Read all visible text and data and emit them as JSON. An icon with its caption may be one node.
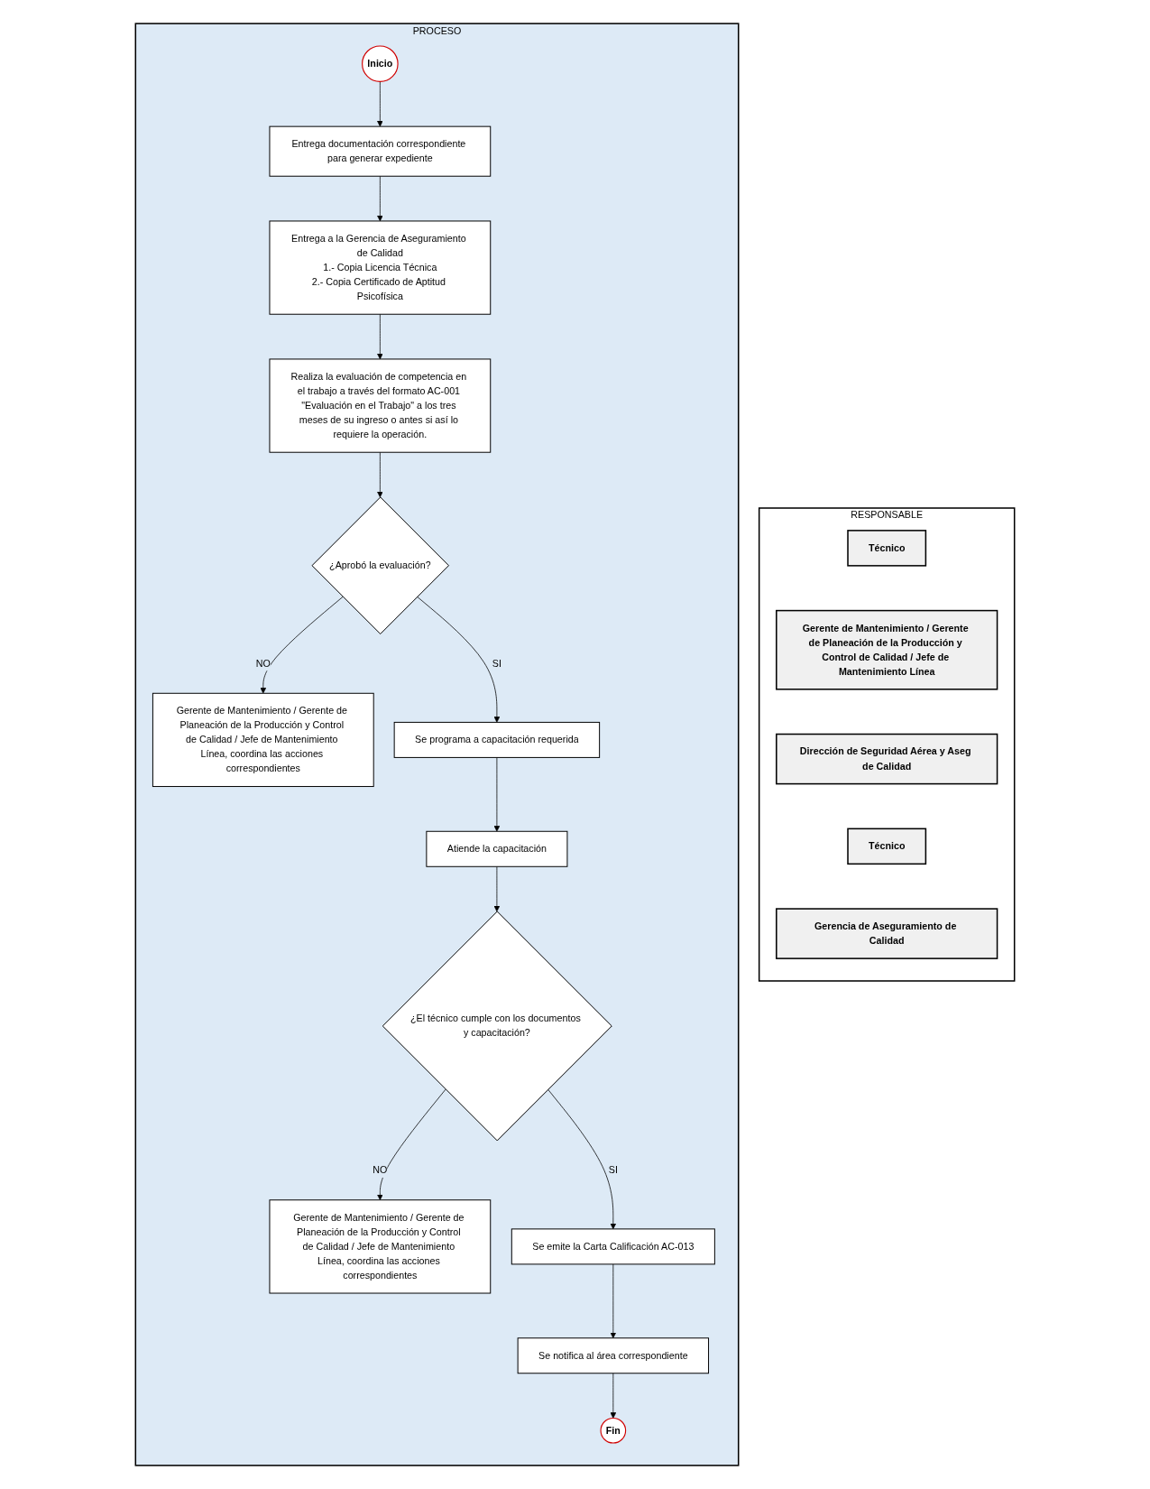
{
  "diagram": {
    "nodes": [
      {
        "text": [
          "RESPONSABLE"
        ]
      },
      {
        "text": [
          "Técnico"
        ],
        "in": 0
      },
      {
        "text": [
          "Gerente de Mantenimiento / Gerente de Planeación de la Producción y Control de Calidad / Jefe de Mantenimiento Línea"
        ],
        "in": 0
      },
      {
        "text": [
          "Dirección de Seguridad Aérea y Aseg de Calidad"
        ],
        "in": 0
      },
      {
        "text": [
          "Técnico"
        ],
        "in": 0
      },
      {
        "text": [
          "Gerencia de Aseguramiento de Calidad"
        ],
        "in": 0
      },
      {
        "text": [
          "PROCESO"
        ]
      },
      {
        "text": [
          "Inicio"
        ],
        "in": 6
      },
      {
        "text": [
          "Entrega documentación correspondiente para generar expediente"
        ],
        "in": 6
      },
      {
        "text": [
          "Entrega a la Gerencia de Aseguramiento de Calidad",
          "1.- Copia Licencia Técnica",
          "2.- Copia Certificado de Aptitud Psicofísica"
        ],
        "in": 6
      },
      {
        "text": [
          "Realiza la evaluación de competencia en el trabajo a través del formato AC-001 \"Evaluación en el Trabajo\" a los tres meses de su ingreso o antes si así lo requiere la operación."
        ],
        "in": 6
      },
      {
        "text": [
          "¿Aprobó la evaluación?"
        ],
        "in": 6
      },
      {
        "text": [
          "Gerente de Mantenimiento / Gerente de Planeación de la Producción y Control de Calidad / Jefe de Mantenimiento Línea, coordina las acciones correspondientes"
        ],
        "in": 6
      },
      {
        "text": [
          "Se programa a capacitación requerida"
        ],
        "in": 6
      },
      {
        "text": [
          "Atiende la capacitación"
        ],
        "in": 6
      },
      {
        "text": [
          "¿El técnico cumple con los documentos y capacitación?"
        ],
        "in": 6
      },
      {
        "text": [
          "Gerente de Mantenimiento / Gerente de Planeación de la Producción y Control de Calidad / Jefe de Mantenimiento Línea, coordina las acciones correspondientes"
        ],
        "in": 6
      },
      {
        "text": [
          "Se emite la Carta Calificación AC-013"
        ],
        "in": 6
      },
      {
        "text": [
          "Se notifica al área correspondiente"
        ],
        "in": 6
      },
      {
        "text": [
          "Fin"
        ],
        "in": 6
      }
    ],
    "edges": [
      {
        "from": 7,
        "to": 8,
        "arrow": "to"
      },
      {
        "from": 8,
        "to": 9,
        "arrow": "to"
      },
      {
        "from": 9,
        "to": 10,
        "arrow": "to"
      },
      {
        "from": 10,
        "to": 11,
        "arrow": "to"
      },
      {
        "from": 11,
        "to": 12,
        "arrow": "to",
        "label": "NO"
      },
      {
        "from": 11,
        "to": 13,
        "arrow": "to",
        "label": "SI"
      },
      {
        "from": 13,
        "to": 14,
        "arrow": "to"
      },
      {
        "from": 14,
        "to": 15,
        "arrow": "to"
      },
      {
        "from": 15,
        "to": 16,
        "arrow": "to",
        "label": "NO"
      },
      {
        "from": 15,
        "to": 17,
        "arrow": "to",
        "label": "SI"
      },
      {
        "from": 17,
        "to": 18,
        "arrow": "to"
      },
      {
        "from": 18,
        "to": 19,
        "arrow": "to"
      }
    ]
  }
}
